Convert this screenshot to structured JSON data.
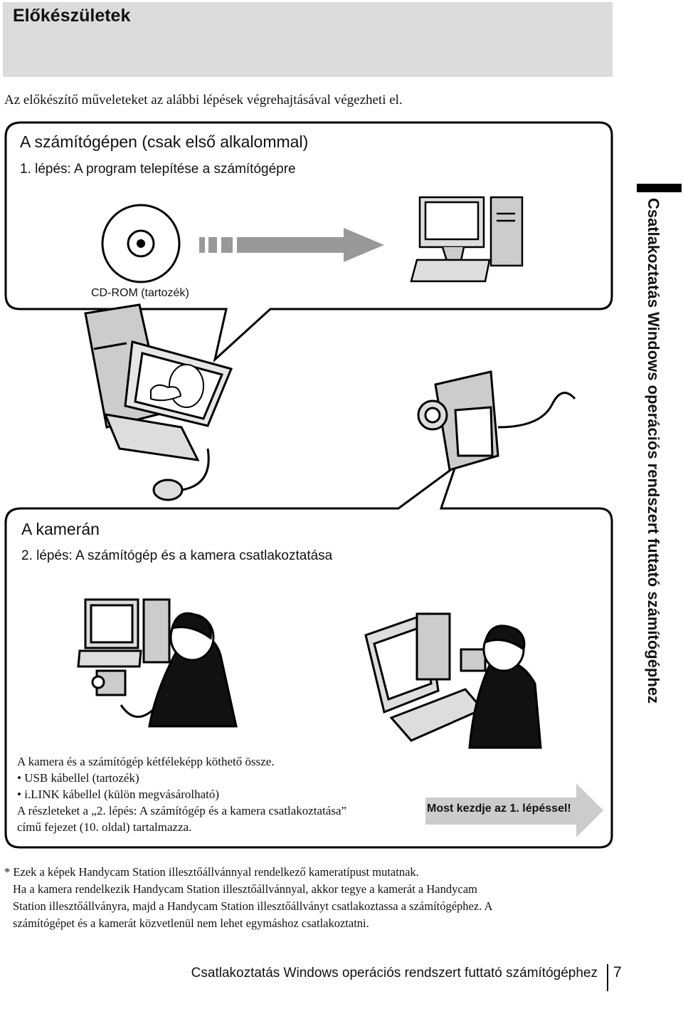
{
  "header": {
    "title": "Előkészületek"
  },
  "intro": "Az előkészítő műveleteket az alábbi lépések végrehajtásával végezheti el.",
  "computer_section": {
    "heading": "A számítógépen (csak első alkalommal)",
    "step1": "1. lépés: A program telepítése a számítógépre",
    "cd_label": "CD-ROM (tartozék)"
  },
  "camera_section": {
    "heading": "A kamerán",
    "step2": "2. lépés: A számítógép és a kamera csatlakoztatása",
    "lines": [
      "A kamera és a számítógép kétféleképp köthető össze.",
      "• USB kábellel (tartozék)",
      "• i.LINK kábellel (külön megvásárolható)",
      "A részleteket a „2. lépés: A számítógép és a kamera csatlakoztatása”",
      "című fejezet (10. oldal) tartalmazza."
    ],
    "start_label": "Most kezdje az 1. lépéssel!"
  },
  "side_tab": "Csatlakoztatás Windows operációs rendszert futtató számítógéphez",
  "footnote": {
    "line1": "* Ezek a képek Handycam Station illesztőállvánnyal rendelkező kameratípust mutatnak.",
    "lines": [
      "Ha a kamera rendelkezik Handycam Station illesztőállvánnyal, akkor tegye a kamerát a Handycam",
      "Station illesztőállványra, majd a Handycam Station illesztőállványt csatlakoztassa a számítógéphez. A",
      "számítógépet és a kamerát közvetlenül nem lehet egymáshoz csatlakoztatni."
    ]
  },
  "footer": {
    "title": "Csatlakoztatás Windows operációs rendszert futtató számítógéphez",
    "page": "7"
  }
}
